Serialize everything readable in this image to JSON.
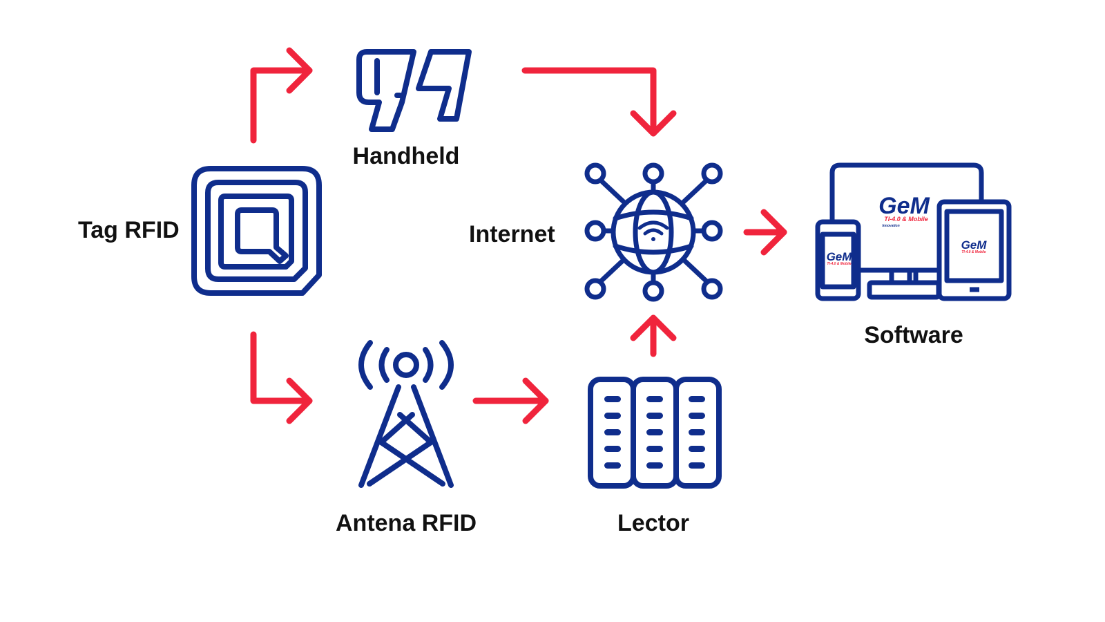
{
  "colors": {
    "icon": "#0f2d8c",
    "arrow": "#f0243c",
    "label": "#111111",
    "background": "#ffffff"
  },
  "nodes": {
    "tag": {
      "label": "Tag RFID",
      "icon": "rfid-tag-icon"
    },
    "handheld": {
      "label": "Handheld",
      "icon": "handheld-scanner-icon"
    },
    "internet": {
      "label": "Internet",
      "icon": "network-globe-icon"
    },
    "antenna": {
      "label": "Antena RFID",
      "icon": "antenna-tower-icon"
    },
    "lector": {
      "label": "Lector",
      "icon": "server-rack-icon"
    },
    "software": {
      "label": "Software",
      "icon": "devices-icon"
    }
  },
  "logo": {
    "brand": "GeM",
    "tagline": "TI-4.0 & Mobile",
    "sub": "Innovation"
  },
  "edges": [
    {
      "from": "Tag RFID",
      "to": "Handheld"
    },
    {
      "from": "Tag RFID",
      "to": "Antena RFID"
    },
    {
      "from": "Handheld",
      "to": "Internet"
    },
    {
      "from": "Antena RFID",
      "to": "Lector"
    },
    {
      "from": "Lector",
      "to": "Internet"
    },
    {
      "from": "Internet",
      "to": "Software"
    }
  ]
}
